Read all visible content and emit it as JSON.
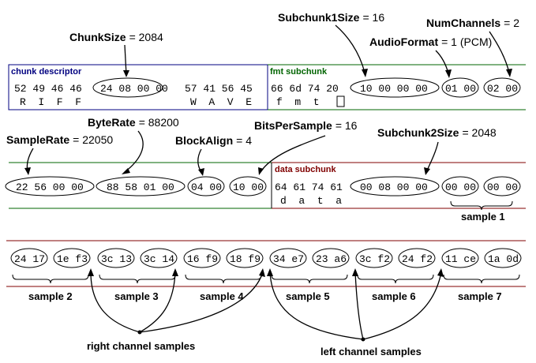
{
  "sections": {
    "chunk_descriptor": "chunk descriptor",
    "fmt_subchunk": "fmt subchunk",
    "data_subchunk": "data subchunk"
  },
  "row1": {
    "descriptor_bytes": [
      "52 49 46 46",
      "24 08 00 00",
      "57 41 56 45"
    ],
    "descriptor_chars": [
      "R  I  F  F",
      "W  A  V  E"
    ],
    "fmt_bytes": [
      "66 6d 74 20",
      "10 00 00 00",
      "01 00",
      "02 00"
    ],
    "fmt_chars": "f  m  t"
  },
  "row2": {
    "fmt_bytes": [
      "22 56 00 00",
      "88 58 01 00",
      "04 00",
      "10 00"
    ],
    "data_bytes": [
      "64 61 74 61",
      "00 08 00 00",
      "00 00",
      "00 00"
    ],
    "data_chars": "d  a  t  a"
  },
  "row3": {
    "bytes": [
      "24 17",
      "1e f3",
      "3c 13",
      "3c 14",
      "16 f9",
      "18 f9",
      "34 e7",
      "23 a6",
      "3c f2",
      "24 f2",
      "11 ce",
      "1a 0d"
    ]
  },
  "fields": {
    "chunk_size": {
      "name": "ChunkSize",
      "value": "= 2084"
    },
    "subchunk1_size": {
      "name": "Subchunk1Size",
      "value": "= 16"
    },
    "num_channels": {
      "name": "NumChannels",
      "value": "= 2"
    },
    "audio_format": {
      "name": "AudioFormat",
      "value": "= 1 (PCM)"
    },
    "byte_rate": {
      "name": "ByteRate",
      "value": "= 88200"
    },
    "sample_rate": {
      "name": "SampleRate",
      "value": "= 22050"
    },
    "bits_per_sample": {
      "name": "BitsPerSample",
      "value": "= 16"
    },
    "block_align": {
      "name": "BlockAlign",
      "value": "= 4"
    },
    "subchunk2_size": {
      "name": "Subchunk2Size",
      "value": "= 2048"
    }
  },
  "samples": [
    "sample 1",
    "sample 2",
    "sample 3",
    "sample 4",
    "sample 5",
    "sample 6",
    "sample 7"
  ],
  "channels": {
    "right": "right channel samples",
    "left": "left channel samples"
  },
  "colors": {
    "descriptor": "#000080",
    "fmt": "#006400",
    "data": "#800000"
  }
}
